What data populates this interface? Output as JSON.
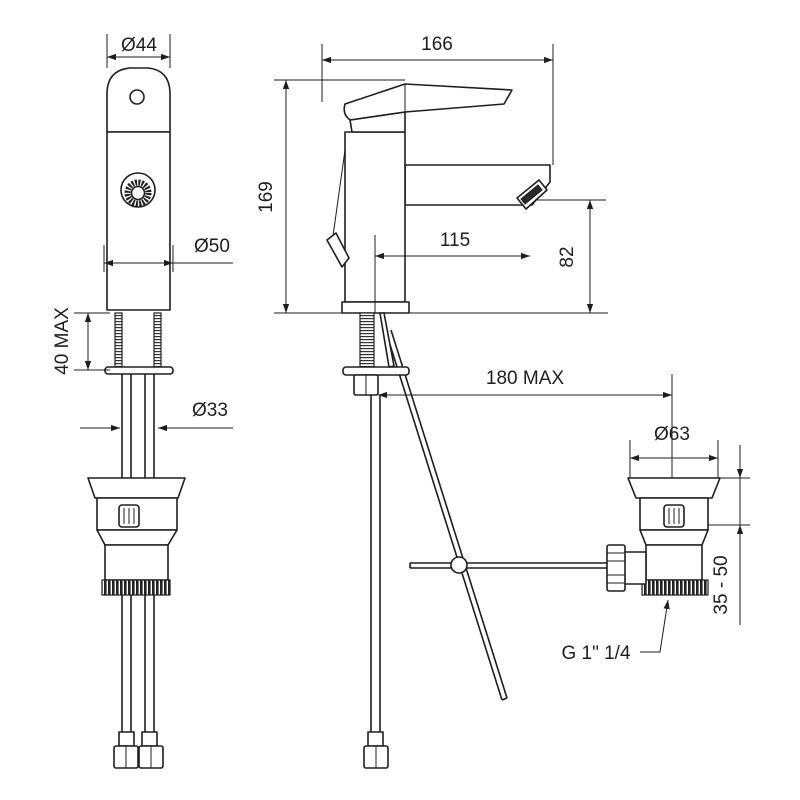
{
  "front_view": {
    "d_head": "Ø44",
    "d_base": "Ø50",
    "deck_thickness": "40 MAX",
    "d_shank": "Ø33"
  },
  "side_view": {
    "total_length": "166",
    "total_height": "169",
    "spout_reach": "115",
    "spout_height": "82",
    "rod_reach": "180 MAX"
  },
  "waste_view": {
    "d_flange": "Ø63",
    "waste_range": "35 - 50",
    "thread": "G 1\" 1/4"
  }
}
